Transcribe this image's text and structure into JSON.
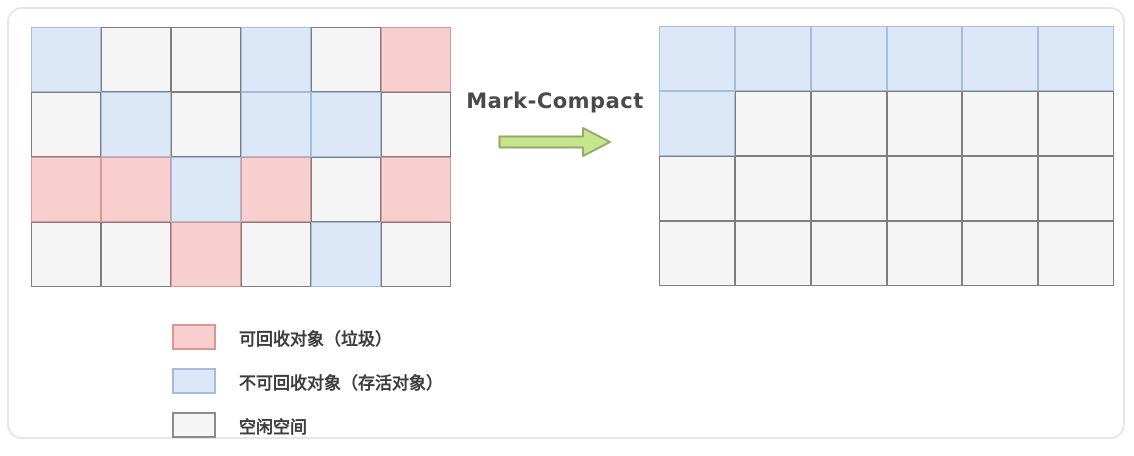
{
  "diagram": {
    "transition_label": "Mark-Compact",
    "columns": 6,
    "rows": 4,
    "before_grid": [
      [
        "live",
        "free",
        "free",
        "live",
        "free",
        "garbage"
      ],
      [
        "free",
        "live",
        "free",
        "live",
        "live",
        "free"
      ],
      [
        "garbage",
        "garbage",
        "live",
        "garbage",
        "free",
        "garbage"
      ],
      [
        "free",
        "free",
        "garbage",
        "free",
        "live",
        "free"
      ]
    ],
    "after_grid": [
      [
        "live",
        "live",
        "live",
        "live",
        "live",
        "live"
      ],
      [
        "live",
        "free",
        "free",
        "free",
        "free",
        "free"
      ],
      [
        "free",
        "free",
        "free",
        "free",
        "free",
        "free"
      ],
      [
        "free",
        "free",
        "free",
        "free",
        "free",
        "free"
      ]
    ]
  },
  "legend": {
    "items": [
      {
        "state": "garbage",
        "label": "可回收对象（垃圾）"
      },
      {
        "state": "live",
        "label": "不可回收对象（存活对象）"
      },
      {
        "state": "free",
        "label": "空闲空间"
      }
    ]
  },
  "colors": {
    "garbage_fill": "#f8cfcf",
    "garbage_border": "#e09494",
    "live_fill": "#dce8f8",
    "live_border": "#a3bddd",
    "free_fill": "#f5f5f5",
    "free_border": "#7f7f7f",
    "free_swatch_border": "#8c8c8c",
    "arrow_fill": "#c6e68e",
    "arrow_border": "#93a86b",
    "label_text": "#4a4a4a",
    "legend_text": "#3d3d3d",
    "card_border": "#e4e6e9"
  }
}
